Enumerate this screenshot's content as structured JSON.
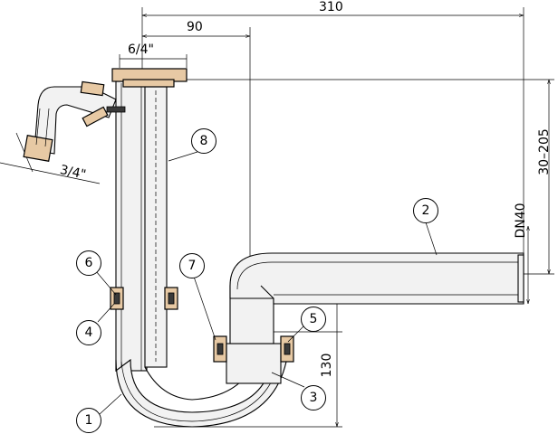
{
  "dimensions": {
    "overall_length": "310",
    "inlet_offset": "90",
    "top_thread": "6/4\"",
    "side_thread": "3/4\"",
    "height_range": "30–205",
    "outlet_diameter": "DN40",
    "trap_height": "130"
  },
  "callouts": [
    "1",
    "2",
    "3",
    "4",
    "5",
    "6",
    "7",
    "8"
  ]
}
